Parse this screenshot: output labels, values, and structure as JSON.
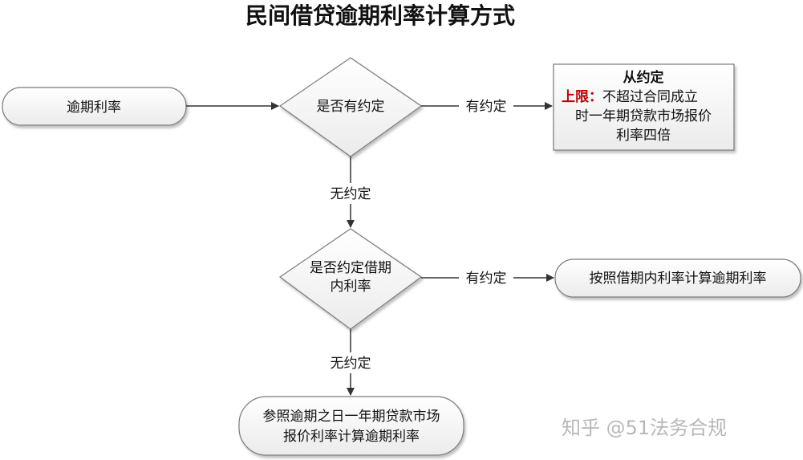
{
  "title": "民间借贷逾期利率计算方式",
  "nodes": {
    "start": "逾期利率",
    "decision1": "是否有约定",
    "agreed_header": "从约定",
    "agreed_limit_label": "上限：",
    "agreed_line1": "不超过合同成立",
    "agreed_line2": "时一年期贷款市场报价",
    "agreed_line3": "利率四倍",
    "decision2_line1": "是否约定借期",
    "decision2_line2": "内利率",
    "result2": "按照借期内利率计算逾期利率",
    "final_line1": "参照逾期之日一年期贷款市场",
    "final_line2": "报价利率计算逾期利率"
  },
  "edges": {
    "d1_yes": "有约定",
    "d1_no": "无约定",
    "d2_yes": "有约定",
    "d2_no": "无约定"
  },
  "watermark": "知乎 @51法务合规",
  "colors": {
    "shape_fill": "#f4f4f4",
    "stroke": "#7a7a7a",
    "accent_red": "#c00000"
  }
}
